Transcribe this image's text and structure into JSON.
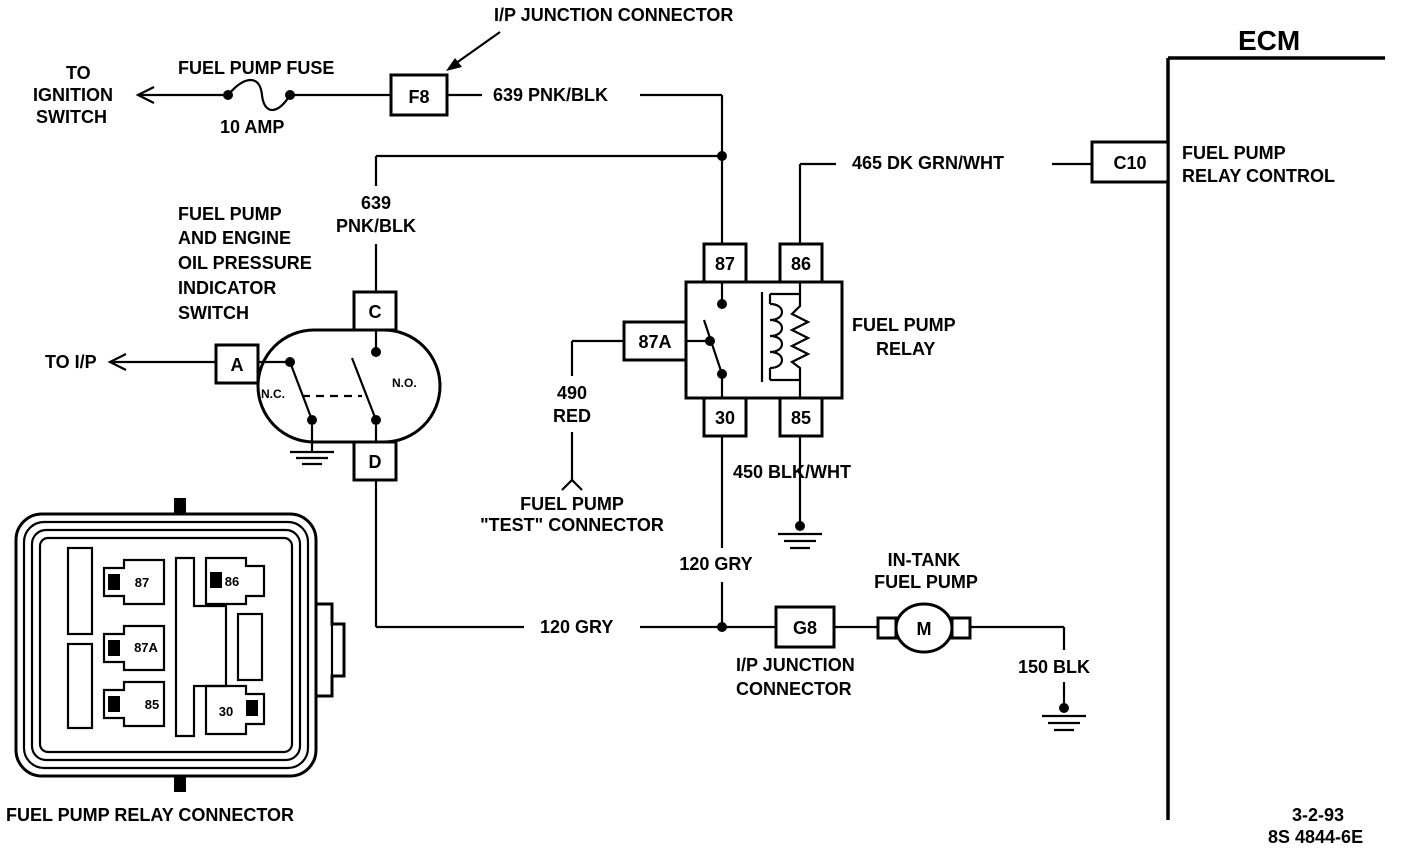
{
  "ecm": {
    "title": "ECM",
    "terminal": "C10",
    "terminal_label": [
      "FUEL PUMP",
      "RELAY CONTROL"
    ]
  },
  "fuse": {
    "title": "FUEL PUMP FUSE",
    "rating": "10 AMP",
    "to_label": [
      "TO",
      "IGNITION",
      "SWITCH"
    ]
  },
  "ip_junction_top": {
    "label": "I/P JUNCTION CONNECTOR",
    "terminal": "F8"
  },
  "wires": {
    "pnk_blk_top": "639 PNK/BLK",
    "pnk_blk_side": [
      "639",
      "PNK/BLK"
    ],
    "dk_grn_wht": "465 DK GRN/WHT",
    "red": [
      "490",
      "RED"
    ],
    "blk_wht": "450 BLK/WHT",
    "gry_vertical": "120 GRY",
    "gry_horizontal": "120 GRY",
    "blk": "150 BLK"
  },
  "oil_switch": {
    "title": [
      "FUEL PUMP",
      "AND ENGINE",
      "OIL PRESSURE",
      "INDICATOR",
      "SWITCH"
    ],
    "terminals": {
      "a": "A",
      "c": "C",
      "d": "D"
    },
    "nc": "N.C.",
    "no": "N.O.",
    "to_ip": "TO I/P"
  },
  "relay": {
    "title": [
      "FUEL PUMP",
      "RELAY"
    ],
    "terminals": {
      "t87": "87",
      "t86": "86",
      "t87a": "87A",
      "t30": "30",
      "t85": "85"
    }
  },
  "test_connector": [
    "FUEL PUMP",
    "\"TEST\" CONNECTOR"
  ],
  "ip_junction_bottom": {
    "terminal": "G8",
    "label": [
      "I/P JUNCTION",
      "CONNECTOR"
    ]
  },
  "pump": {
    "title": [
      "IN-TANK",
      "FUEL PUMP"
    ],
    "symbol": "M"
  },
  "relay_connector": {
    "title": "FUEL PUMP RELAY CONNECTOR",
    "pins": {
      "p87": "87",
      "p86": "86",
      "p87a": "87A",
      "p85": "85",
      "p30": "30"
    }
  },
  "footer": {
    "date": "3-2-93",
    "ref": "8S 4844-6E"
  }
}
